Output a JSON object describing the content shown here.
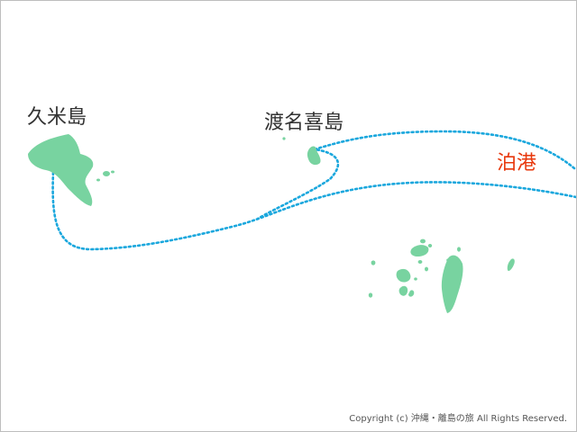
{
  "map": {
    "colors": {
      "island": "#78d3a0",
      "route": "#1aa7dd",
      "port_label": "#e8380d",
      "label": "#333333",
      "border": "#bdbdbd"
    },
    "labels": {
      "kume": "久米島",
      "tonaki": "渡名喜島",
      "port": "泊港"
    },
    "copyright": "Copyright (c) 沖縄・離島の旅 All Rights Reserved."
  }
}
